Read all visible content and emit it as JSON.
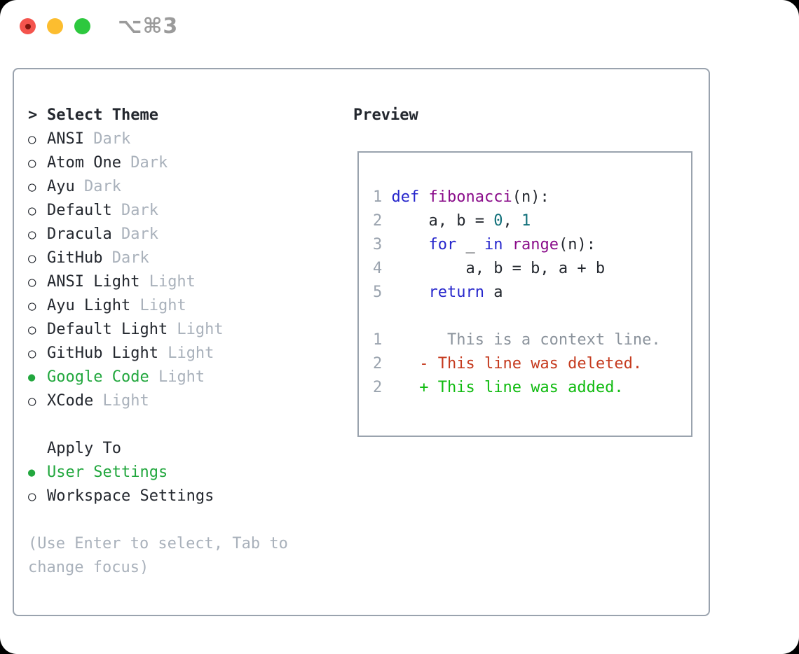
{
  "window": {
    "title": "⌥⌘3",
    "traffic_lights": [
      {
        "name": "close",
        "color": "#f4544d"
      },
      {
        "name": "minimize",
        "color": "#fcbd2f"
      },
      {
        "name": "zoom",
        "color": "#2dc83e"
      }
    ]
  },
  "left": {
    "header": {
      "prompt": ">",
      "label": "Select Theme"
    },
    "themes": [
      {
        "name": "ANSI",
        "variant": "Dark",
        "selected": false
      },
      {
        "name": "Atom One",
        "variant": "Dark",
        "selected": false
      },
      {
        "name": "Ayu",
        "variant": "Dark",
        "selected": false
      },
      {
        "name": "Default",
        "variant": "Dark",
        "selected": false
      },
      {
        "name": "Dracula",
        "variant": "Dark",
        "selected": false
      },
      {
        "name": "GitHub",
        "variant": "Dark",
        "selected": false
      },
      {
        "name": "ANSI Light",
        "variant": "Light",
        "selected": false
      },
      {
        "name": "Ayu Light",
        "variant": "Light",
        "selected": false
      },
      {
        "name": "Default Light",
        "variant": "Light",
        "selected": false
      },
      {
        "name": "GitHub Light",
        "variant": "Light",
        "selected": false
      },
      {
        "name": "Google Code",
        "variant": "Light",
        "selected": true
      },
      {
        "name": "XCode",
        "variant": "Light",
        "selected": false
      }
    ],
    "apply_to": {
      "label": "Apply To",
      "options": [
        {
          "name": "User Settings",
          "selected": true
        },
        {
          "name": "Workspace Settings",
          "selected": false
        }
      ]
    },
    "hint": "(Use Enter to select, Tab to change focus)"
  },
  "preview": {
    "header": "Preview",
    "lines": [
      {
        "num": "1",
        "tokens": [
          {
            "t": "def",
            "c": "kw"
          },
          {
            "t": " ",
            "c": "pl"
          },
          {
            "t": "fibonacci",
            "c": "fn"
          },
          {
            "t": "(n):",
            "c": "pl"
          }
        ]
      },
      {
        "num": "2",
        "tokens": [
          {
            "t": "    a, b = ",
            "c": "pl"
          },
          {
            "t": "0",
            "c": "lit"
          },
          {
            "t": ", ",
            "c": "pl"
          },
          {
            "t": "1",
            "c": "lit"
          }
        ]
      },
      {
        "num": "3",
        "tokens": [
          {
            "t": "    ",
            "c": "pl"
          },
          {
            "t": "for",
            "c": "kw"
          },
          {
            "t": " _ ",
            "c": "pl"
          },
          {
            "t": "in",
            "c": "kw"
          },
          {
            "t": " ",
            "c": "pl"
          },
          {
            "t": "range",
            "c": "fn"
          },
          {
            "t": "(n):",
            "c": "pl"
          }
        ]
      },
      {
        "num": "4",
        "tokens": [
          {
            "t": "        a, b = b, a + b",
            "c": "pl"
          }
        ]
      },
      {
        "num": "5",
        "tokens": [
          {
            "t": "    ",
            "c": "pl"
          },
          {
            "t": "return",
            "c": "kw"
          },
          {
            "t": " a",
            "c": "pl"
          }
        ]
      },
      {
        "num": "",
        "tokens": []
      },
      {
        "num": "1",
        "tokens": [
          {
            "t": "      This is a context line.",
            "c": "ctx"
          }
        ]
      },
      {
        "num": "2",
        "tokens": [
          {
            "t": "   ",
            "c": "pl"
          },
          {
            "t": "- This line was deleted.",
            "c": "del"
          }
        ]
      },
      {
        "num": "2",
        "tokens": [
          {
            "t": "   ",
            "c": "pl"
          },
          {
            "t": "+ This line was added.",
            "c": "add"
          }
        ]
      }
    ]
  },
  "markers": {
    "unselected": "○",
    "selected": "●"
  },
  "colors": {
    "outside": "#000000",
    "window_bg": "#ffffff",
    "border": "#9aa3ae",
    "text": "#23272e",
    "dim": "#a9b1bb",
    "accent_green": "#22a73e",
    "kw": "#2727cc",
    "fn": "#8a0c8a",
    "lit": "#11707a",
    "del": "#c53a1e",
    "add": "#10bb10",
    "linenum": "#9aa3ae",
    "ctx": "#8b939c",
    "title_gray": "#9b9b9b",
    "traffic_red": "#f4544d",
    "traffic_red_dot": "#7e150d",
    "traffic_yellow": "#fcbd2f",
    "traffic_green": "#2dc83e"
  }
}
